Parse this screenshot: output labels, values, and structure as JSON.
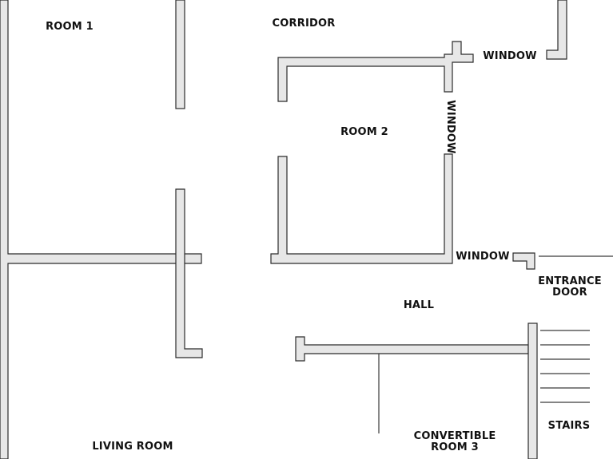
{
  "labels": {
    "room1": "ROOM 1",
    "corridor": "CORRIDOR",
    "window_top": "WINDOW",
    "room2": "ROOM 2",
    "window_vertical": "WINDOW",
    "window_mid": "WINDOW",
    "entrance_line1": "ENTRANCE",
    "entrance_line2": "DOOR",
    "hall": "HALL",
    "stairs": "STAIRS",
    "convertible_line1": "CONVERTIBLE",
    "convertible_line2": "ROOM 3",
    "living_room": "LIVING ROOM"
  },
  "colors": {
    "wall_fill": "#e7e7e7",
    "wall_stroke": "#2b2b2b",
    "background": "#ffffff"
  }
}
